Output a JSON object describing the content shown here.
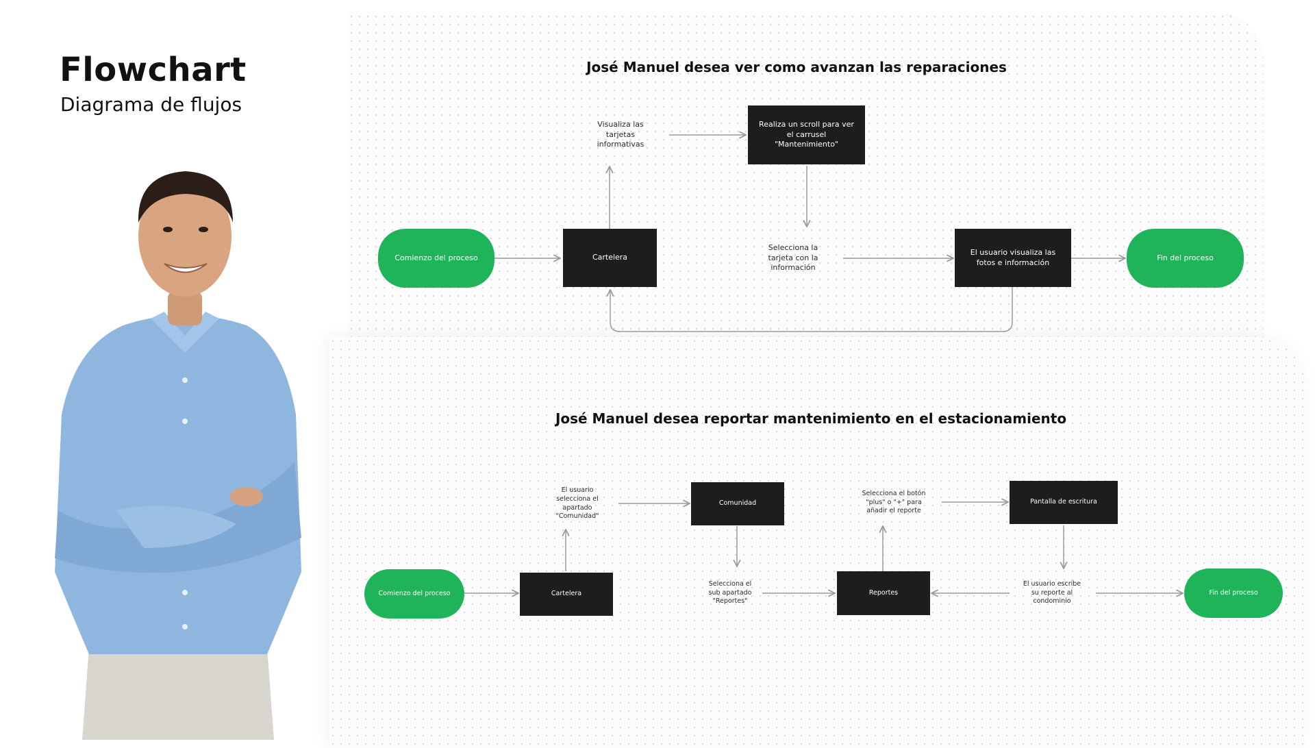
{
  "header": {
    "title": "Flowchart",
    "subtitle": "Diagrama de flujos"
  },
  "colors": {
    "terminal": "#1fb45a",
    "process": "#1d1d1d",
    "io": "#e5e5e5",
    "connector": "#9a9a9a"
  },
  "flow1": {
    "title": "José Manuel desea ver como avanzan las reparaciones",
    "nodes": {
      "start": "Comienzo del proceso",
      "cartelera": "Cartelera",
      "visualiza": "Visualiza las tarjetas informativas",
      "scroll": "Realiza un scroll para ver el carrusel \"Mantenimiento\"",
      "selecciona": "Selecciona la tarjeta con la información",
      "usuario": "El usuario visualiza las fotos e información",
      "end": "Fin del proceso"
    }
  },
  "flow2": {
    "title": "José Manuel desea reportar mantenimiento en el estacionamiento",
    "nodes": {
      "start": "Comienzo del proceso",
      "cartelera": "Cartelera",
      "selecciona_apartado": "El usuario selecciona el apartado \"Comunidad\"",
      "comunidad": "Comunidad",
      "sub_apartado": "Selecciona el sub apartado \"Reportes\"",
      "reportes": "Reportes",
      "boton_plus": "Selecciona el botón \"plus\" o \"+\" para añadir el reporte",
      "pantalla": "Pantalla de escritura",
      "escribe": "El usuario escribe su reporte al condominio",
      "end": "Fin del proceso"
    }
  }
}
